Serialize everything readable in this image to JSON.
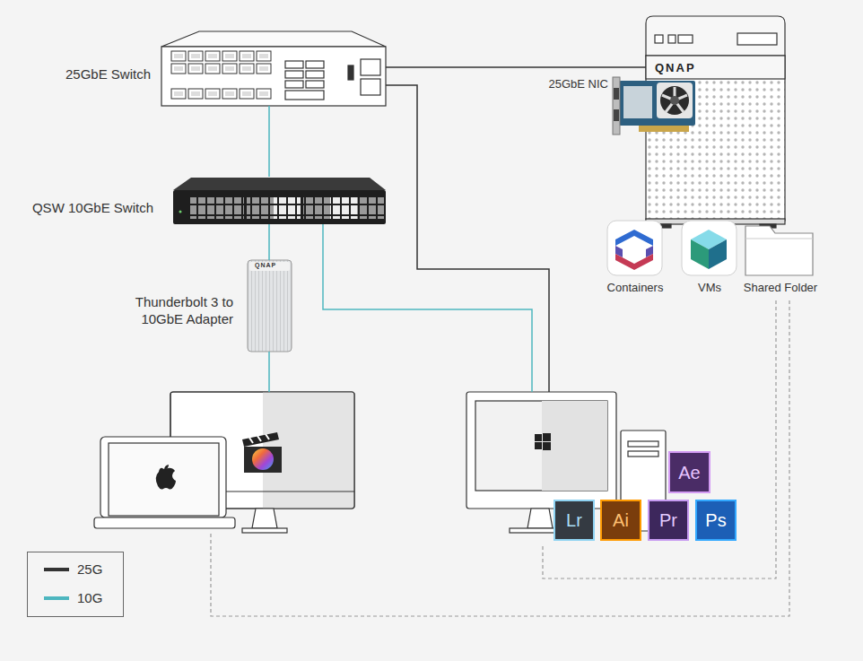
{
  "diagram": {
    "nodes": [
      {
        "text": [
          "25GbE Switch"
        ]
      },
      {
        "text": [
          "QNAP"
        ]
      },
      {
        "text": [
          "25GbE NIC"
        ],
        "in": 1
      },
      {
        "text": [
          "QSW 10GbE Switch"
        ]
      },
      {
        "text": [
          "Containers"
        ]
      },
      {
        "text": [
          "VMs"
        ]
      },
      {
        "text": [
          "Shared Folder"
        ]
      },
      {
        "text": [
          "Thunderbolt 3 to 10GbE Adapter"
        ]
      },
      {
        "text": []
      },
      {
        "text": []
      },
      {
        "text": [
          "Ae"
        ],
        "in": 9
      },
      {
        "text": [
          "Lr"
        ],
        "in": 9
      },
      {
        "text": [
          "Ai"
        ],
        "in": 9
      },
      {
        "text": [
          "Pr"
        ],
        "in": 9
      },
      {
        "text": [
          "Ps"
        ],
        "in": 9
      }
    ],
    "edges": [
      {
        "from": 0,
        "to": 1,
        "arrow": "none"
      },
      {
        "from": 0,
        "to": 9,
        "arrow": "none"
      },
      {
        "from": 0,
        "to": 3,
        "arrow": "none"
      },
      {
        "from": 3,
        "to": 7,
        "arrow": "none"
      },
      {
        "from": 7,
        "to": 8,
        "arrow": "none"
      },
      {
        "from": 3,
        "to": 9,
        "arrow": "none"
      },
      {
        "from": 6,
        "to": 9,
        "arrow": "none"
      },
      {
        "from": 6,
        "to": 8,
        "arrow": "none"
      }
    ],
    "labels": [
      "QNAP"
    ],
    "legend": [
      {
        "text": "25G"
      },
      {
        "text": "10G"
      }
    ]
  }
}
